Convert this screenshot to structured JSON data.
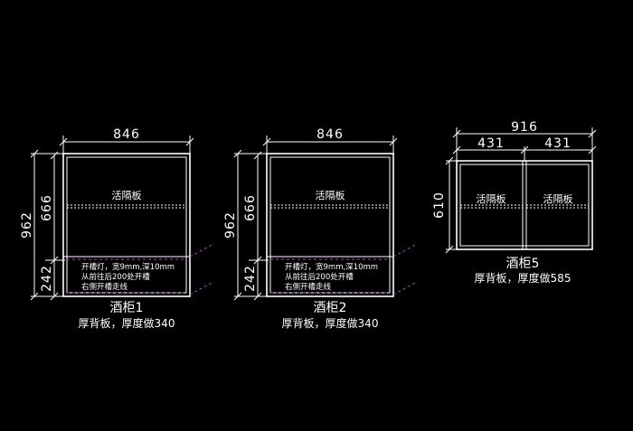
{
  "colors": {
    "background": "#000000",
    "line": "#ffffff",
    "guide": "#b04ac8"
  },
  "cabinets": [
    {
      "id": "c1",
      "width_dim": "846",
      "height_dim": "962",
      "upper_dim": "666",
      "lower_dim": "242",
      "shelf_label": "活隔板",
      "notes": [
        "开槽灯，宽9mm,深10mm",
        "从前往后200处开槽",
        "右侧开槽走线"
      ],
      "name": "酒柜1",
      "desc": "厚背板，厚度做340"
    },
    {
      "id": "c2",
      "width_dim": "846",
      "height_dim": "962",
      "upper_dim": "666",
      "lower_dim": "242",
      "shelf_label": "活隔板",
      "notes": [
        "开槽灯，宽9mm,深10mm",
        "从前往后200处开槽",
        "右侧开槽走线"
      ],
      "name": "酒柜2",
      "desc": "厚背板，厚度做340"
    },
    {
      "id": "c5",
      "width_dim": "916",
      "left_width_dim": "431",
      "right_width_dim": "431",
      "height_dim": "610",
      "shelf_label_left": "活隔板",
      "shelf_label_right": "活隔板",
      "name": "酒柜5",
      "desc": "厚背板，厚度做585"
    }
  ]
}
